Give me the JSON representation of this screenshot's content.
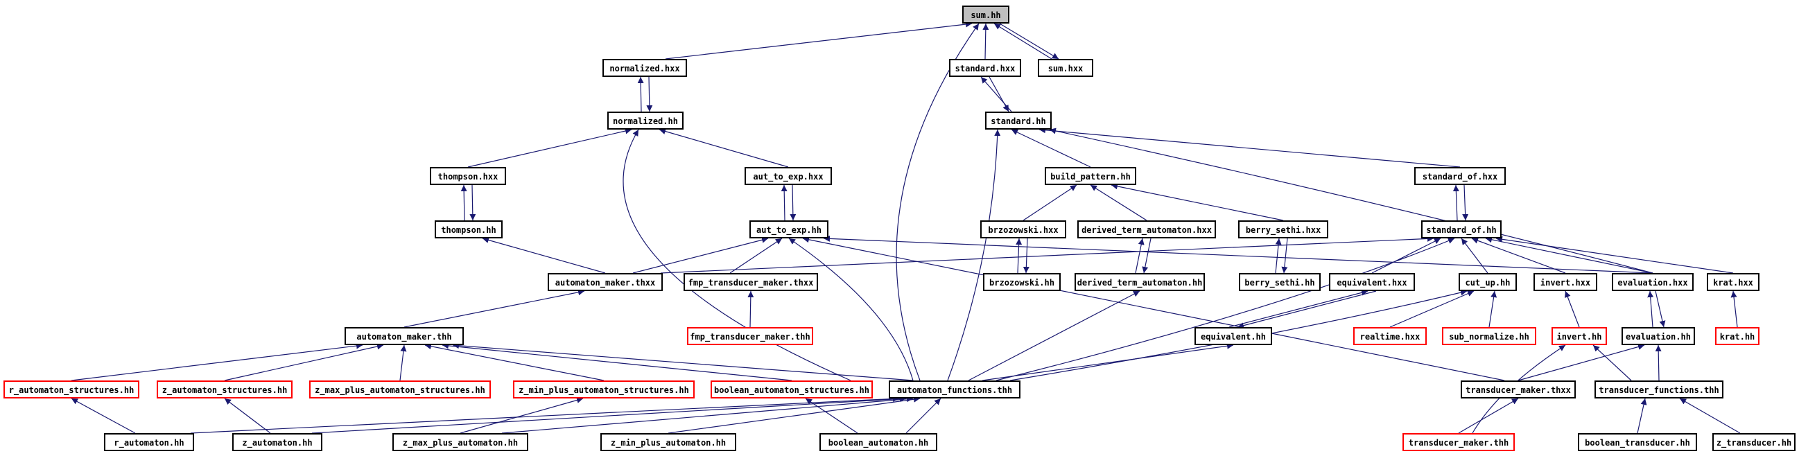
{
  "colors": {
    "edge": "#191970",
    "node_border": "#000000",
    "external_border": "#ff0000",
    "root_fill": "#bfbfbf",
    "background": "#ffffff"
  },
  "nodes": {
    "sum_hh": "sum.hh",
    "normalized_hxx": "normalized.hxx",
    "standard_hxx": "standard.hxx",
    "sum_hxx": "sum.hxx",
    "normalized_hh": "normalized.hh",
    "standard_hh": "standard.hh",
    "thompson_hxx": "thompson.hxx",
    "aut_to_exp_hxx": "aut_to_exp.hxx",
    "build_pattern_hh": "build_pattern.hh",
    "standard_of_hxx": "standard_of.hxx",
    "thompson_hh": "thompson.hh",
    "aut_to_exp_hh": "aut_to_exp.hh",
    "brzozowski_hxx": "brzozowski.hxx",
    "derived_term_automaton_hxx": "derived_term_automaton.hxx",
    "berry_sethi_hxx": "berry_sethi.hxx",
    "standard_of_hh": "standard_of.hh",
    "automaton_maker_thxx": "automaton_maker.thxx",
    "fmp_transducer_maker_thxx": "fmp_transducer_maker.thxx",
    "brzozowski_hh": "brzozowski.hh",
    "derived_term_automaton_hh": "derived_term_automaton.hh",
    "berry_sethi_hh": "berry_sethi.hh",
    "equivalent_hxx": "equivalent.hxx",
    "cut_up_hh": "cut_up.hh",
    "invert_hxx": "invert.hxx",
    "evaluation_hxx": "evaluation.hxx",
    "krat_hxx": "krat.hxx",
    "fmp_transducer_maker_thh": "fmp_transducer_maker.thh",
    "automaton_maker_thh": "automaton_maker.thh",
    "equivalent_hh": "equivalent.hh",
    "realtime_hxx": "realtime.hxx",
    "sub_normalize_hh": "sub_normalize.hh",
    "invert_hh": "invert.hh",
    "evaluation_hh": "evaluation.hh",
    "krat_hh": "krat.hh",
    "r_automaton_structures_hh": "r_automaton_structures.hh",
    "z_automaton_structures_hh": "z_automaton_structures.hh",
    "z_max_plus_automaton_structures_hh": "z_max_plus_automaton_structures.hh",
    "z_min_plus_automaton_structures_hh": "z_min_plus_automaton_structures.hh",
    "boolean_automaton_structures_hh": "boolean_automaton_structures.hh",
    "automaton_functions_thh": "automaton_functions.thh",
    "transducer_maker_thxx": "transducer_maker.thxx",
    "transducer_functions_thh": "transducer_functions.thh",
    "r_automaton_hh": "r_automaton.hh",
    "z_automaton_hh": "z_automaton.hh",
    "z_max_plus_automaton_hh": "z_max_plus_automaton.hh",
    "z_min_plus_automaton_hh": "z_min_plus_automaton.hh",
    "boolean_automaton_hh": "boolean_automaton.hh",
    "transducer_maker_thh": "transducer_maker.thh",
    "boolean_transducer_hh": "boolean_transducer.hh",
    "z_transducer_hh": "z_transducer.hh"
  }
}
